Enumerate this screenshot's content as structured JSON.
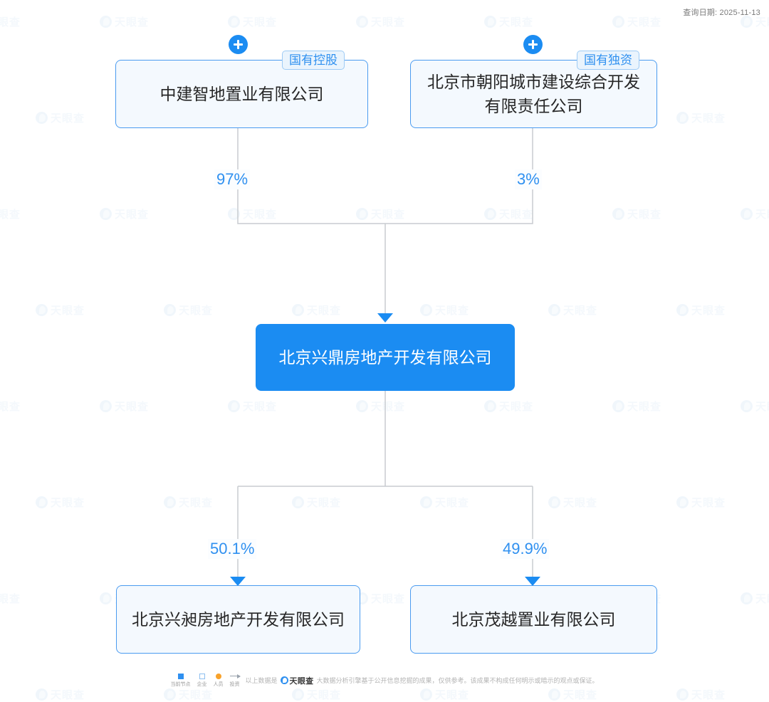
{
  "header": {
    "query_date_label": "查询日期: 2025-11-13"
  },
  "graph": {
    "nodes": [
      {
        "id": "n1",
        "name": "中建智地置业有限公司",
        "badge": "国有控股",
        "type": "company",
        "expandable": true,
        "expand_icon": "plus-icon"
      },
      {
        "id": "n2",
        "name": "北京市朝阳城市建设综合开发有限责任公司",
        "badge": "国有独资",
        "type": "company",
        "expandable": true,
        "expand_icon": "plus-icon"
      },
      {
        "id": "n3",
        "name": "北京兴鼎房地产开发有限公司",
        "badge": "",
        "type": "current",
        "expandable": false,
        "expand_icon": ""
      },
      {
        "id": "n4",
        "name": "北京兴昶房地产开发有限公司",
        "badge": "",
        "type": "company",
        "expandable": false,
        "expand_icon": ""
      },
      {
        "id": "n5",
        "name": "北京茂越置业有限公司",
        "badge": "",
        "type": "company",
        "expandable": false,
        "expand_icon": ""
      }
    ],
    "edges": [
      {
        "from": "n1",
        "to": "n3",
        "label": "97%"
      },
      {
        "from": "n2",
        "to": "n3",
        "label": "3%"
      },
      {
        "from": "n3",
        "to": "n4",
        "label": "50.1%"
      },
      {
        "from": "n3",
        "to": "n5",
        "label": "49.9%"
      }
    ]
  },
  "colors": {
    "accent": "#1b8cf2",
    "node_fill": "#f4f9fe",
    "node_border": "#4a9bf0",
    "edge": "#c8ccd0",
    "badge_text": "#2f90f0",
    "percent_text": "#2f90f0"
  },
  "footer": {
    "legend": [
      {
        "icon": "filled-square-icon",
        "label": "当前节点"
      },
      {
        "icon": "outline-square-icon",
        "label": "企业"
      },
      {
        "icon": "filled-circle-icon",
        "label": "人员"
      },
      {
        "icon": "arrow-right-icon",
        "label": "投资"
      }
    ],
    "disclaimer_before": "以上数据是",
    "brand": "天眼查",
    "disclaimer_after": "大数据分析引擎基于公开信息挖掘的成果，仅供参考。该成果不构成任何明示或暗示的观点或保证。"
  },
  "watermark": {
    "text": "天眼查"
  }
}
